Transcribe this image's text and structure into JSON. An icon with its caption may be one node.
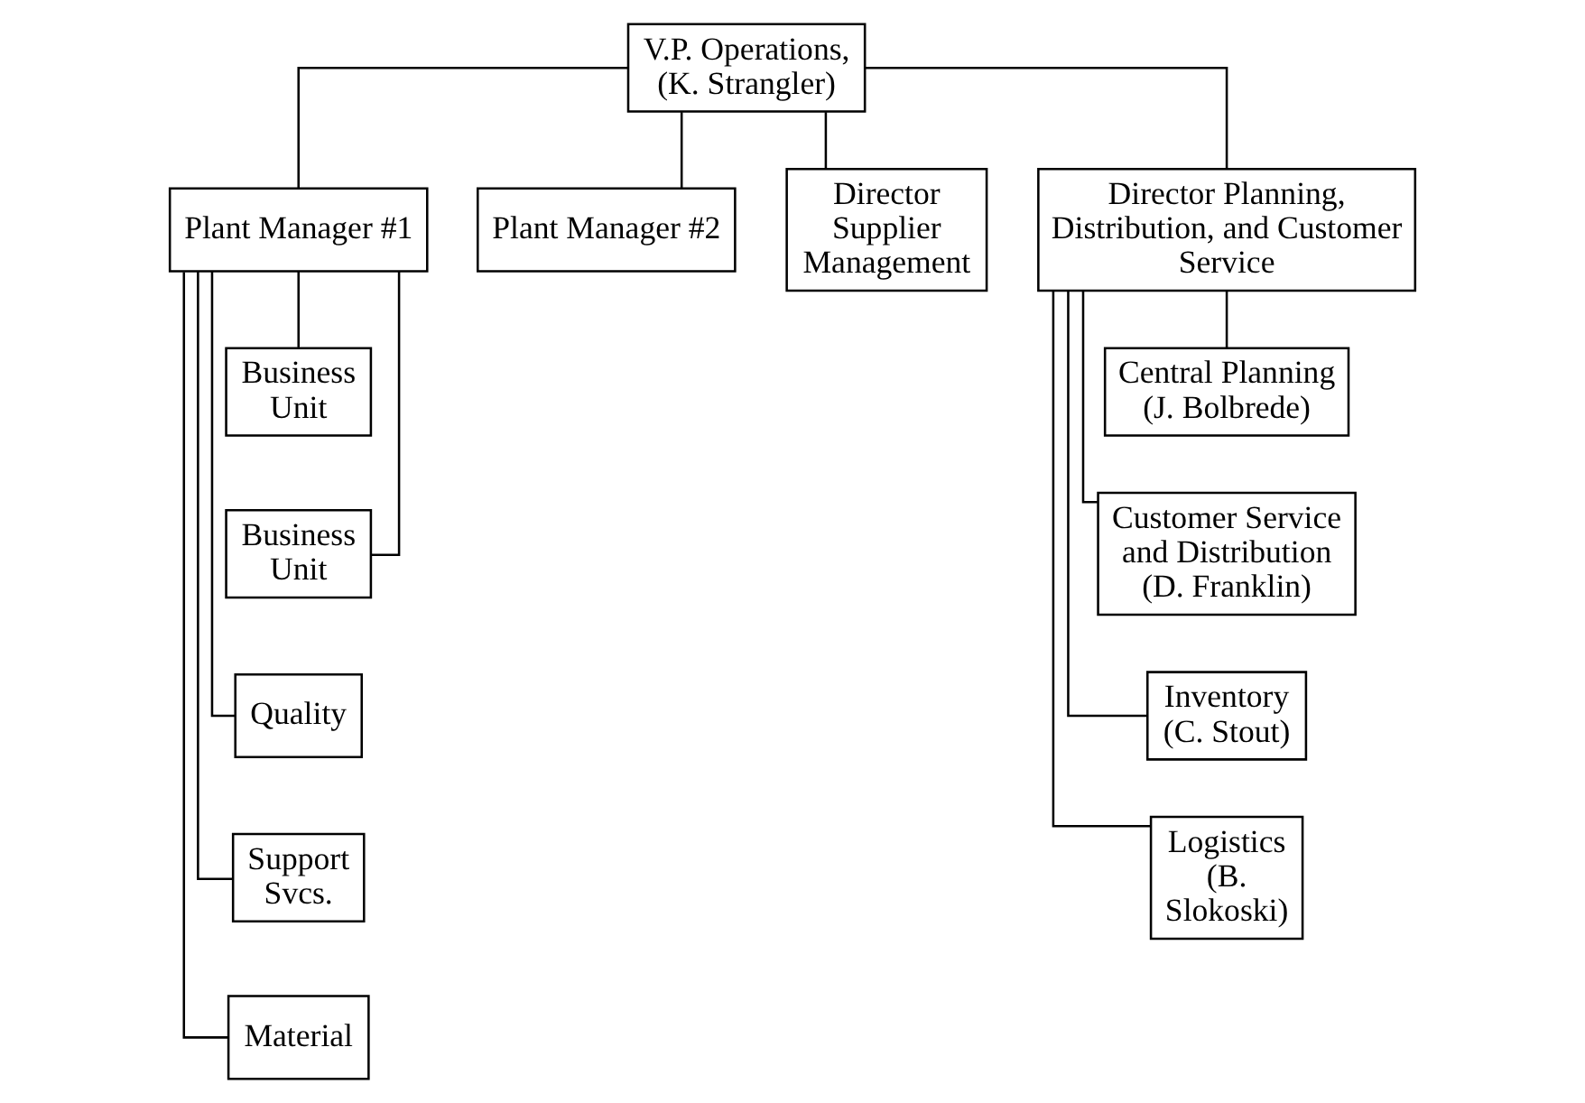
{
  "diagram": {
    "nodes": [
      {
        "text": [
          "V.P. Operations, (K. Strangler)"
        ]
      },
      {
        "text": [
          "Plant Manager #1"
        ]
      },
      {
        "text": [
          "Plant Manager #2"
        ]
      },
      {
        "text": [
          "Director Supplier Management"
        ]
      },
      {
        "text": [
          "Director Planning, Distribution, and Customer Service"
        ]
      },
      {
        "text": [
          "Business Unit"
        ]
      },
      {
        "text": [
          "Business Unit"
        ]
      },
      {
        "text": [
          "Quality"
        ]
      },
      {
        "text": [
          "Support Svcs."
        ]
      },
      {
        "text": [
          "Material"
        ]
      },
      {
        "text": [
          "Central Planning (J. Bolbrede)"
        ]
      },
      {
        "text": [
          "Customer Service and Distribution (D. Franklin)"
        ]
      },
      {
        "text": [
          "Inventory (C. Stout)"
        ]
      },
      {
        "text": [
          "Logistics (B. Slokoski)"
        ]
      }
    ],
    "edges": [
      {
        "from": 0,
        "to": 1,
        "arrow": "none"
      },
      {
        "from": 0,
        "to": 2,
        "arrow": "none"
      },
      {
        "from": 0,
        "to": 3,
        "arrow": "none"
      },
      {
        "from": 0,
        "to": 4,
        "arrow": "none"
      },
      {
        "from": 1,
        "to": 5,
        "arrow": "none"
      },
      {
        "from": 1,
        "to": 6,
        "arrow": "none"
      },
      {
        "from": 1,
        "to": 7,
        "arrow": "none"
      },
      {
        "from": 1,
        "to": 8,
        "arrow": "none"
      },
      {
        "from": 1,
        "to": 9,
        "arrow": "none"
      },
      {
        "from": 4,
        "to": 10,
        "arrow": "none"
      },
      {
        "from": 4,
        "to": 11,
        "arrow": "none"
      },
      {
        "from": 4,
        "to": 12,
        "arrow": "none"
      },
      {
        "from": 4,
        "to": 13,
        "arrow": "none"
      }
    ]
  }
}
